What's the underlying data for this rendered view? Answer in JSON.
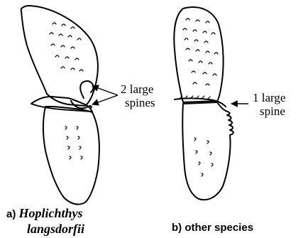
{
  "panel_a": {
    "label_prefix": "a)",
    "species_line1": "Hoplichthys",
    "species_line2": "langsdorfii",
    "annotation_line1": "2 large",
    "annotation_line2": "spines"
  },
  "panel_b": {
    "label": "b) other species",
    "annotation_line1": "1 large",
    "annotation_line2": "spine"
  }
}
